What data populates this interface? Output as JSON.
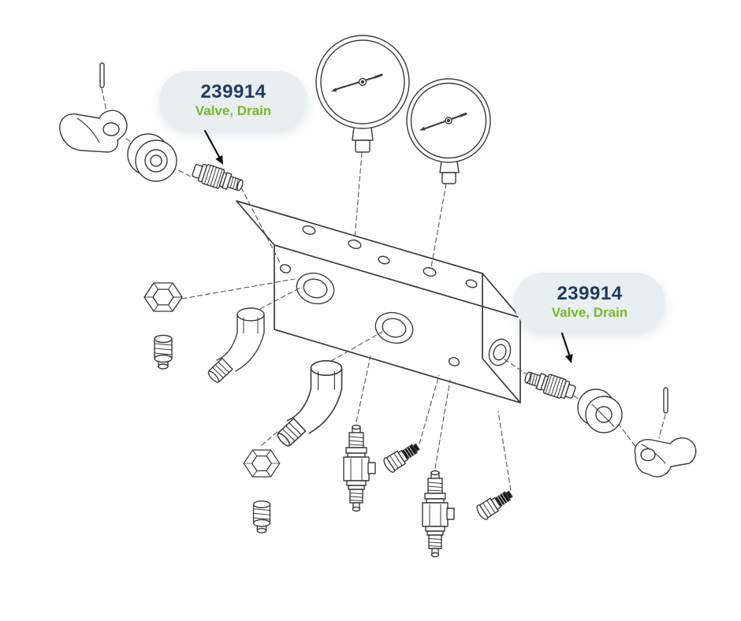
{
  "callouts": [
    {
      "part_number": "239914",
      "part_name": "Valve, Drain"
    },
    {
      "part_number": "239914",
      "part_name": "Valve, Drain"
    }
  ],
  "colors": {
    "part_number_text": "#1d3c63",
    "part_name_text": "#7ab62e",
    "callout_background": "#e9eef1",
    "line_art": "#3b3b3b",
    "background": "#ffffff"
  }
}
